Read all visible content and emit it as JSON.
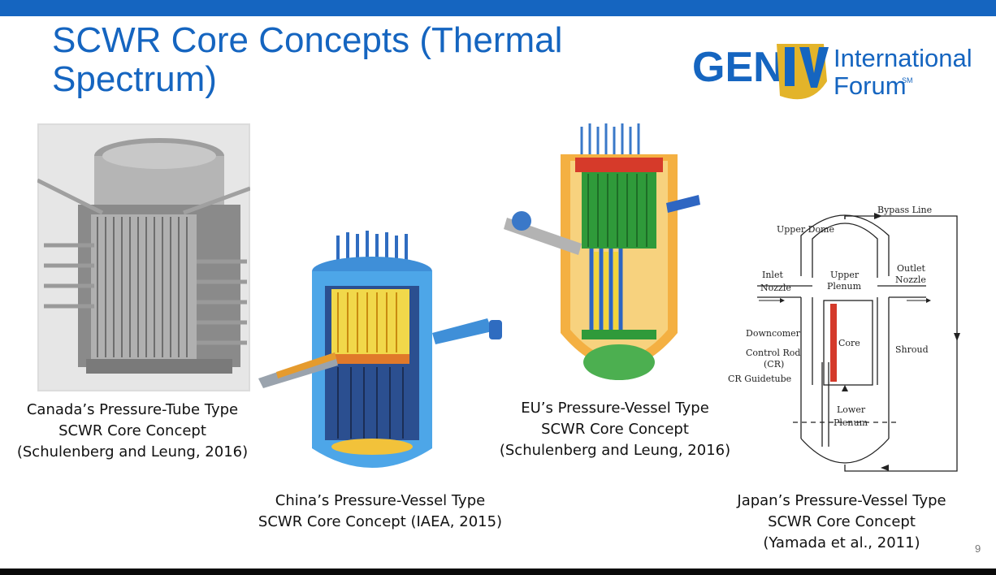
{
  "slide": {
    "title": "SCWR Core Concepts (Thermal\nSpectrum)",
    "page_number": "9",
    "accent_color": "#1565c0"
  },
  "logo": {
    "text_gen": "GEN",
    "text_roman": "IV",
    "text_line1": "International",
    "text_line2": "Forum",
    "text_mark": "SM"
  },
  "captions": {
    "canada": [
      "Canada’s Pressure-Tube Type",
      "SCWR Core Concept",
      "(Schulenberg and Leung, 2016)"
    ],
    "china": [
      "China’s Pressure-Vessel Type",
      "SCWR Core Concept (IAEA, 2015)"
    ],
    "eu": [
      "EU’s Pressure-Vessel Type",
      "SCWR Core Concept",
      "(Schulenberg and Leung, 2016)"
    ],
    "japan": [
      "Japan’s Pressure-Vessel Type",
      "SCWR Core Concept",
      "(Yamada et al., 2011)"
    ]
  },
  "japan_diagram": {
    "bypass_line": "Bypass Line",
    "upper_dome": "Upper Dome",
    "inlet": "Inlet",
    "nozzle_in": "Nozzle",
    "upper": "Upper",
    "plenum_upper": "Plenum",
    "outlet": "Outlet",
    "nozzle_out": "Nozzle",
    "downcomer": "Downcomer",
    "control_rod": "Control Rod",
    "cr_abbrev": "(CR)",
    "cr_guidetube": "CR Guidetube",
    "core": "Core",
    "shroud": "Shroud",
    "lower": "Lower",
    "plenum_lower": "Plenum"
  }
}
